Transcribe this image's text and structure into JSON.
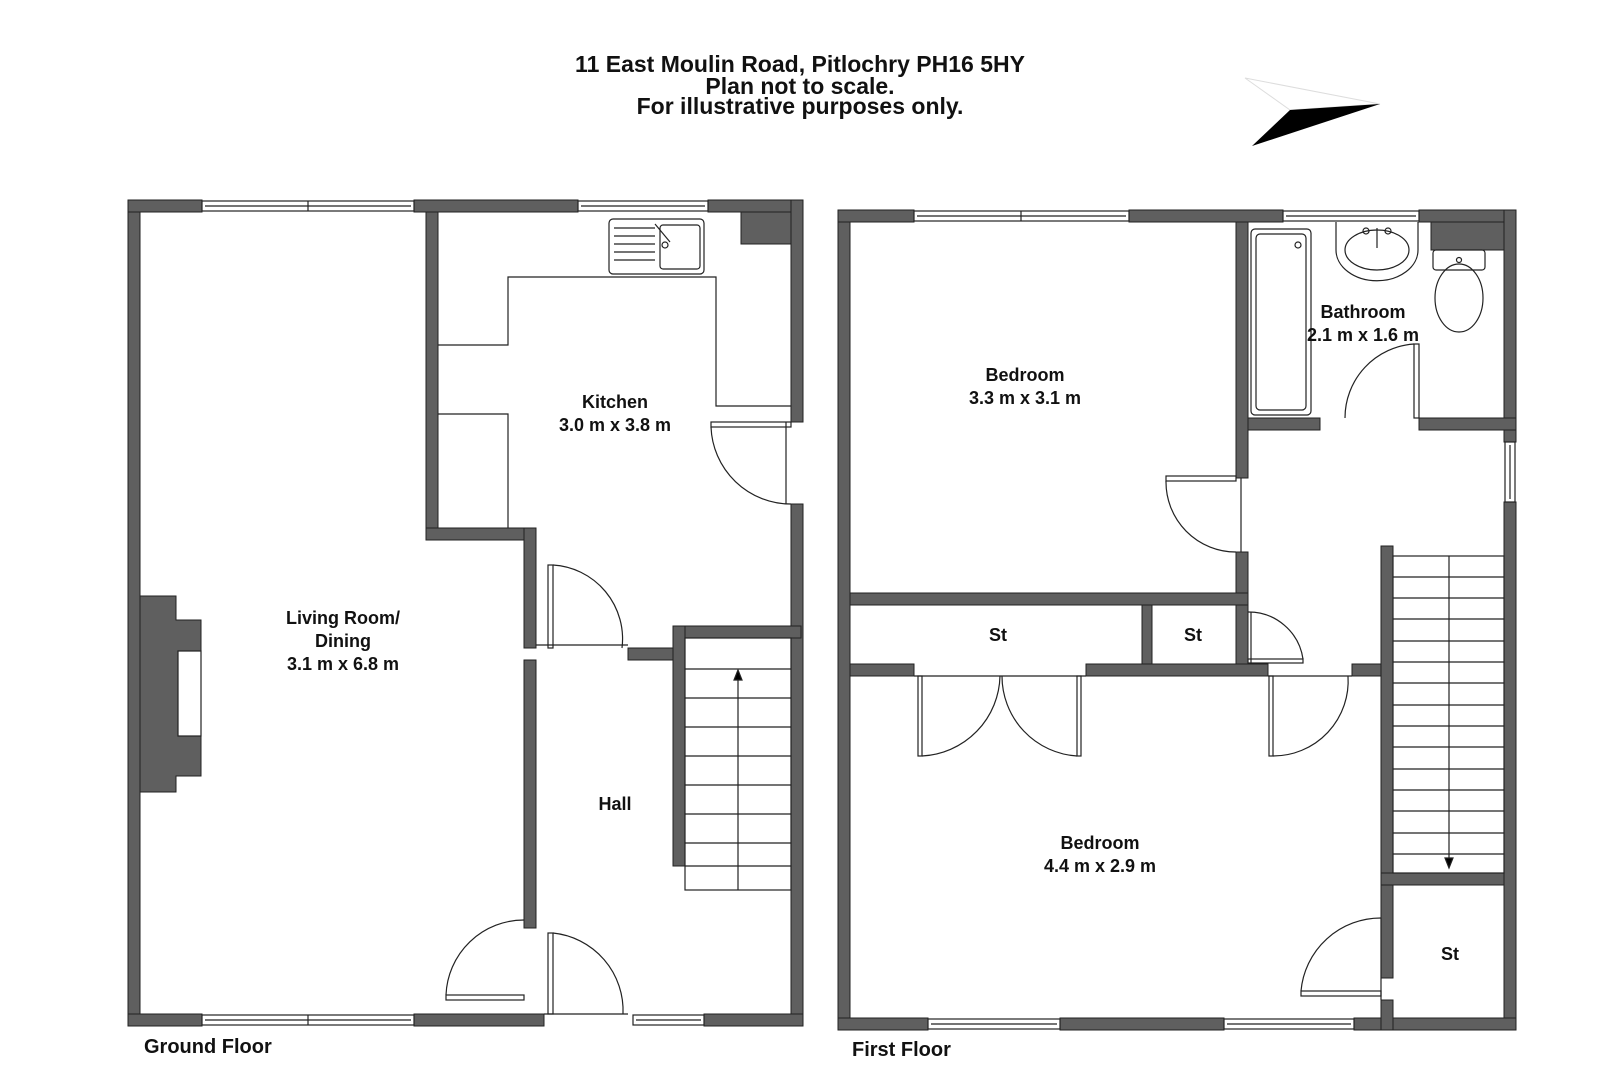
{
  "header": {
    "address": "11 East Moulin Road, Pitlochry PH16 5HY",
    "disclaimer_1": "Plan not to scale.",
    "disclaimer_2": "For illustrative purposes only."
  },
  "compass": {
    "icon": "north-arrow-icon"
  },
  "colors": {
    "wall": "#5f5f5f",
    "line": "#222222",
    "background": "#ffffff"
  },
  "floors": [
    {
      "name": "Ground Floor",
      "rooms": [
        {
          "name": "Living Room/",
          "name_2": "Dining",
          "size": "3.1 m x 6.8 m"
        },
        {
          "name": "Kitchen",
          "size": "3.0 m x 3.8 m"
        },
        {
          "name": "Hall",
          "size": ""
        }
      ]
    },
    {
      "name": "First Floor",
      "rooms": [
        {
          "name": "Bedroom",
          "size": "3.3 m x 3.1 m"
        },
        {
          "name": "Bathroom",
          "size": "2.1 m x 1.6 m"
        },
        {
          "name": "St",
          "size": ""
        },
        {
          "name": "St",
          "size": ""
        },
        {
          "name": "Bedroom",
          "size": "4.4 m x 2.9 m"
        },
        {
          "name": "St",
          "size": ""
        }
      ]
    }
  ]
}
